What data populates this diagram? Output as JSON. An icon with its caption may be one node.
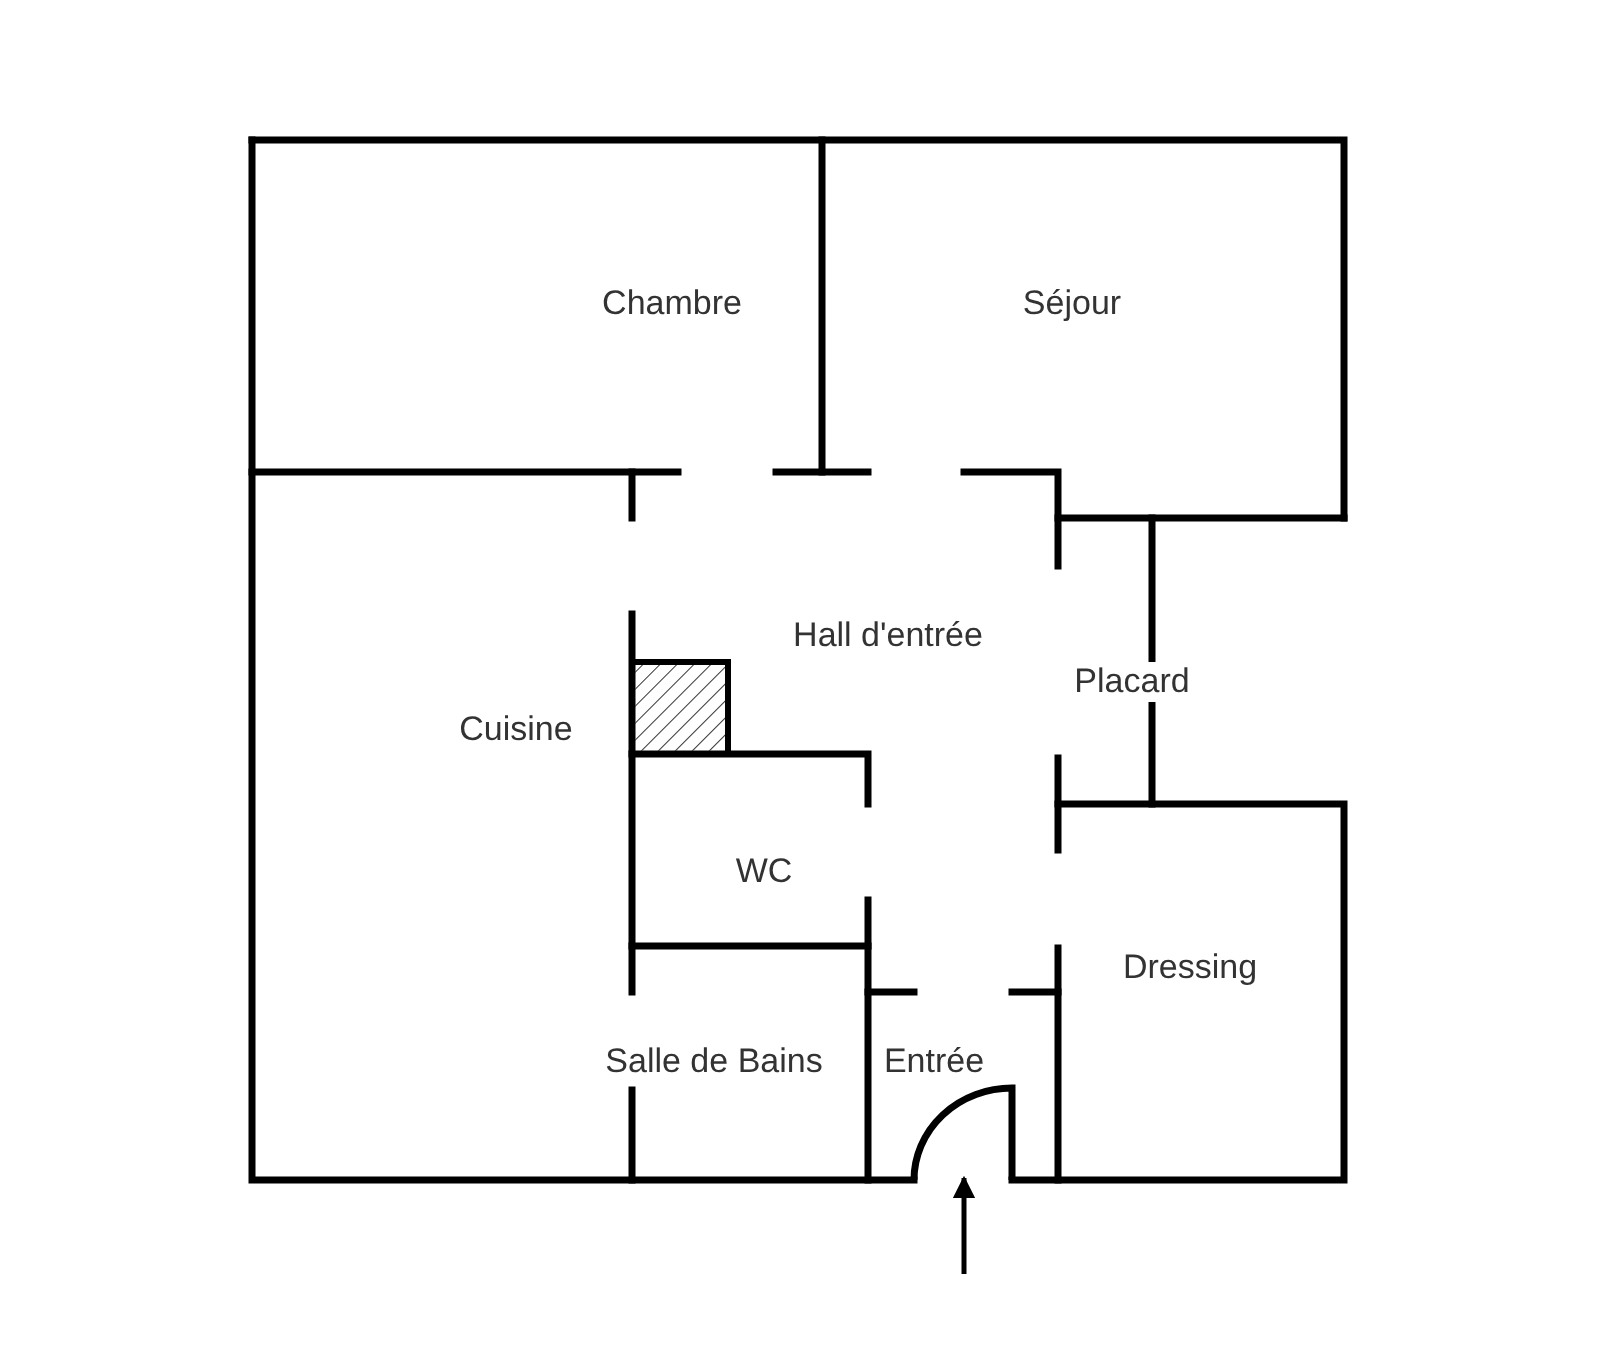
{
  "diagram": {
    "nodes": [
      {
        "text": [
          "Chambre"
        ]
      },
      {
        "text": [
          "Séjour"
        ]
      },
      {
        "text": [
          "Hall d'entrée"
        ]
      },
      {
        "text": [
          "Placard"
        ]
      },
      {
        "text": [
          "Cuisine"
        ]
      },
      {
        "text": [
          "WC"
        ]
      },
      {
        "text": [
          "Dressing"
        ]
      },
      {
        "text": [
          "Salle de Bains"
        ]
      },
      {
        "text": [
          "Entrée"
        ]
      }
    ],
    "edges": [
      {
        "from": null,
        "to": 8,
        "arrow": "to"
      }
    ]
  }
}
